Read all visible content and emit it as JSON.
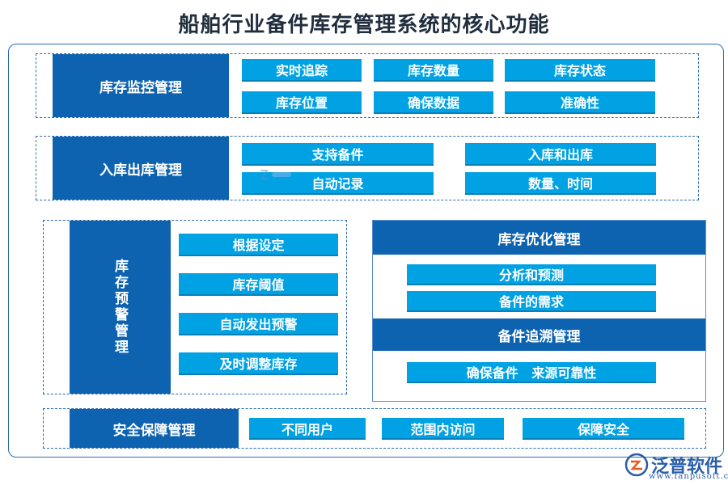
{
  "title": "船舶行业备件库存管理系统的核心功能",
  "sections": {
    "monitor": {
      "label": "库存监控管理",
      "items": [
        "实时追踪",
        "库存数量",
        "库存状态",
        "库存位置",
        "确保数据",
        "准确性"
      ]
    },
    "inout": {
      "label": "入库出库管理",
      "items": [
        "支持备件",
        "入库和出库",
        "自动记录",
        "数量、时间"
      ]
    },
    "warning": {
      "label": "库存预警管理",
      "items": [
        "根据设定",
        "库存阈值",
        "自动发出预警",
        "及时调整库存"
      ]
    },
    "optimize": {
      "label": "库存优化管理",
      "items": [
        "分析和预测",
        "备件的需求"
      ]
    },
    "trace": {
      "label": "备件追溯管理",
      "items": [
        "确保备件   来源可靠性"
      ]
    },
    "security": {
      "label": "安全保障管理",
      "items": [
        "不同用户",
        "范围内访问",
        "保障安全"
      ]
    }
  },
  "watermark": {
    "brand": "泛普软件",
    "url": "www.fanpusoft.com",
    "logo_icon": "fanpu-logo-icon"
  },
  "colors": {
    "dark_blue": "#0e63b0",
    "light_blue": "#00a2e3",
    "border": "#2b6bb2"
  }
}
